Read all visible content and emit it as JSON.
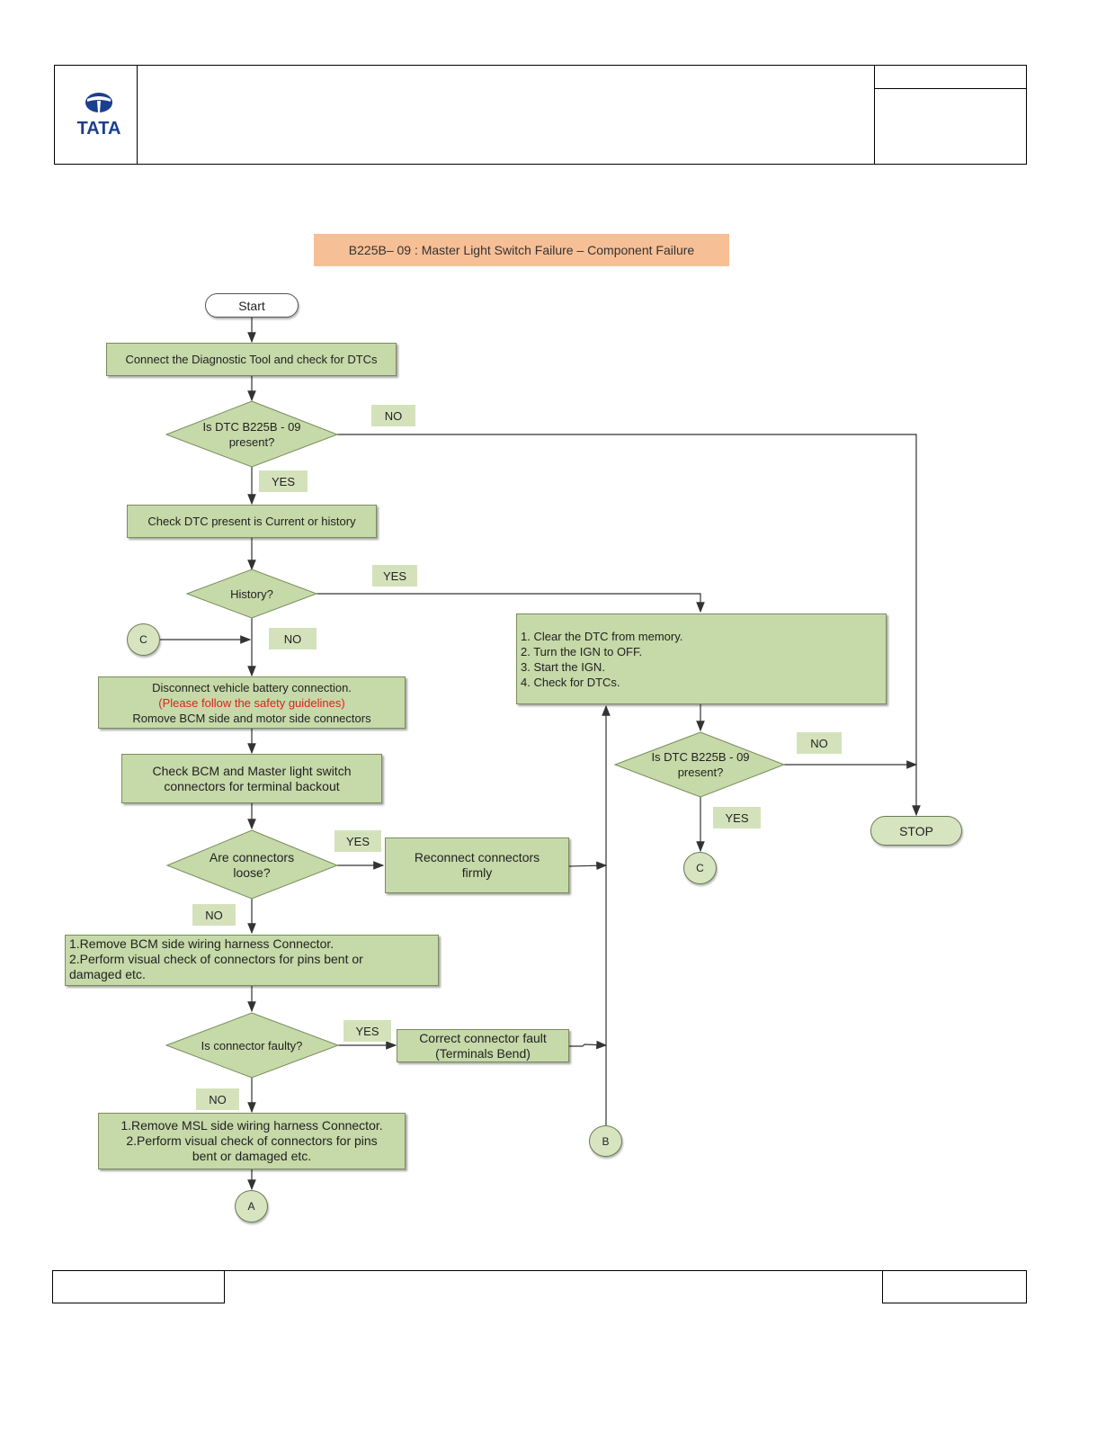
{
  "header": {
    "logo_text": "TATA",
    "logo_color": "#1b3f8f"
  },
  "title": "B225B– 09 : Master Light Switch Failure – Component Failure",
  "nodes": {
    "start": "Start",
    "connect_tool": "Connect the Diagnostic Tool and check for DTCs",
    "q_dtc_present": [
      "Is DTC B225B - 09",
      "present?"
    ],
    "check_current_history": "Check DTC present is Current or history",
    "q_history": "History?",
    "clear_dtc": [
      "1. Clear the DTC from memory.",
      "2. Turn the IGN to OFF.",
      "3. Start the IGN.",
      "4. Check for DTCs."
    ],
    "q_dtc_present_2": [
      "Is DTC B225B - 09",
      "present?"
    ],
    "disconnect_battery": [
      "Disconnect vehicle battery connection.",
      "(Please follow the safety guidelines)",
      "Romove BCM side and motor side connectors"
    ],
    "check_bcm_msl": [
      "Check BCM and Master light switch",
      "connectors for terminal backout"
    ],
    "q_connectors_loose": [
      "Are connectors",
      "loose?"
    ],
    "reconnect": [
      "Reconnect connectors",
      "firmly"
    ],
    "remove_bcm_harness": [
      "1.Remove BCM side wiring harness Connector.",
      "2.Perform visual check of connectors for pins bent or",
      "damaged etc."
    ],
    "q_connector_faulty": "Is connector faulty?",
    "correct_fault": [
      "Correct connector fault",
      "(Terminals Bend)"
    ],
    "remove_msl_harness": [
      "1.Remove MSL side wiring harness Connector.",
      "2.Perform visual check of connectors for pins",
      "bent or damaged etc."
    ],
    "stop": "STOP"
  },
  "connectors": {
    "a": "A",
    "b": "B",
    "c": "C"
  },
  "labels": {
    "yes": "YES",
    "no": "NO"
  },
  "colors": {
    "process_fill": "#c6d9a8",
    "label_fill": "#d4e2bb",
    "title_fill": "#f7bf95",
    "warning_text": "#e02020"
  }
}
